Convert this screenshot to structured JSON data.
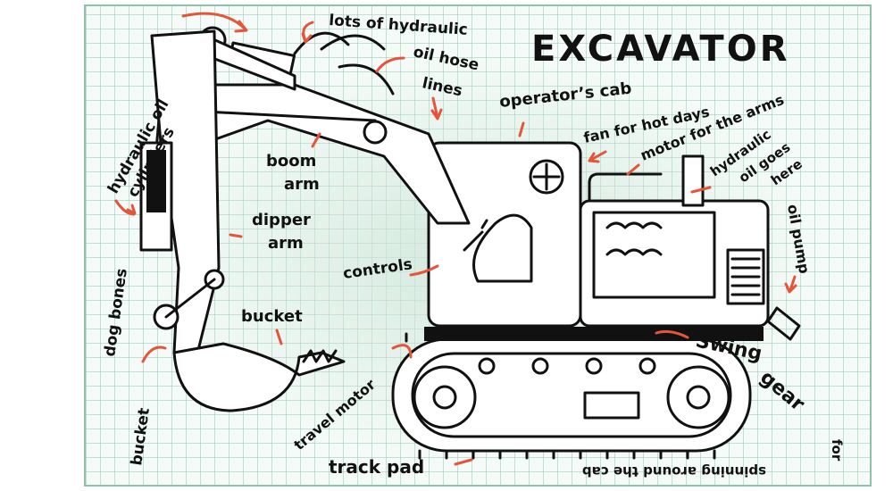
{
  "title": "EXCAVATOR",
  "labels": {
    "hydraulic_oil_cylinders_1": "hydraulic oil",
    "hydraulic_oil_cylinders_2": "cylinders",
    "lots_of_hydraulic": "lots of hydraulic",
    "oil_hose": "oil hose",
    "lines": "lines",
    "operators_cab": "operator’s cab",
    "fan_for_hot_days": "fan for hot days",
    "motor_for_the_arms": "motor for the arms",
    "hydraulic_oil_goes_here_1": "hydraulic",
    "hydraulic_oil_goes_here_2": "oil goes",
    "hydraulic_oil_goes_here_3": "here",
    "oil_pump": "oil pump",
    "boom": "boom",
    "arm_1": "arm",
    "dipper": "dipper",
    "arm_2": "arm",
    "controls": "controls",
    "bucket": "bucket",
    "swing": "Swing",
    "gear": "gear",
    "for": "for",
    "spinning_around_the_cab": "spinning around the cab",
    "travel_motor": "travel motor",
    "track_pad": "track pad",
    "bucket_dog_bones_1": "bucket",
    "bucket_dog_bones_2": "dog bones"
  },
  "colors": {
    "grid": "#8fc3a9",
    "wash": "#cfe6da",
    "ink": "#111111",
    "arrow": "#e4553b"
  }
}
